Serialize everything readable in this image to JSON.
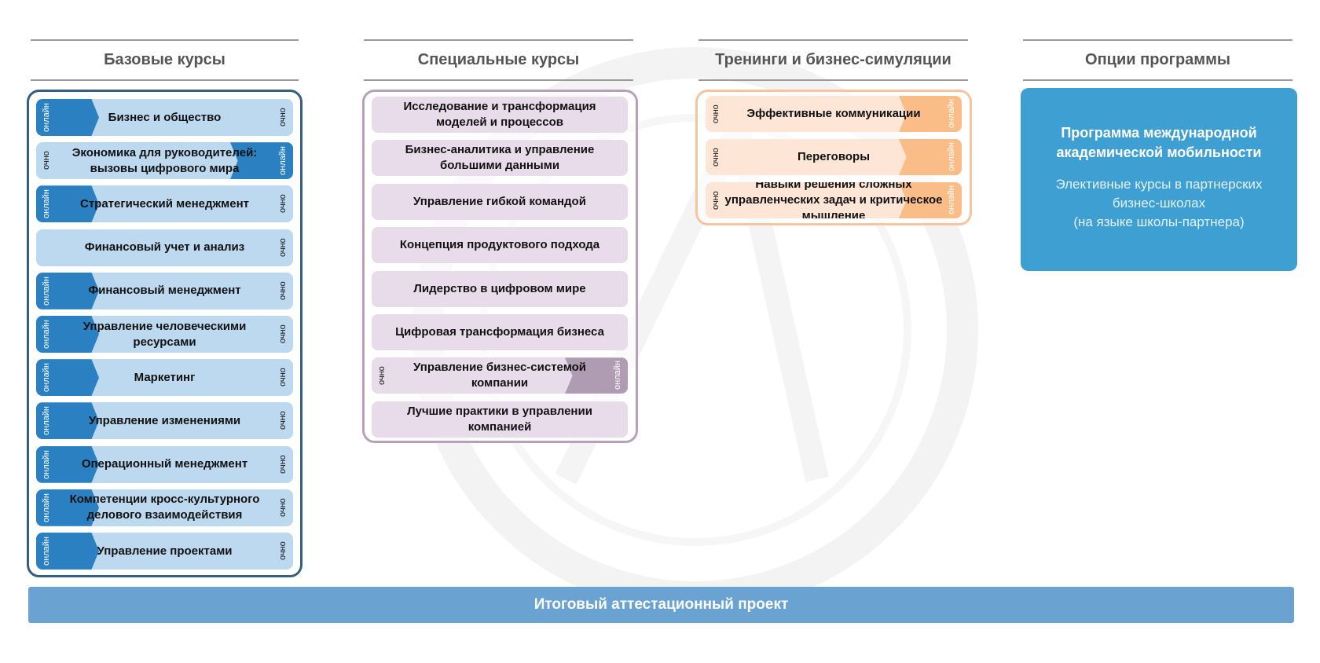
{
  "columns": {
    "basic": {
      "title": "Базовые курсы"
    },
    "special": {
      "title": "Специальные курсы"
    },
    "trainings": {
      "title": "Тренинги и бизнес-симуляции"
    },
    "options": {
      "title": "Опции программы"
    }
  },
  "labels": {
    "online": "онлайн",
    "offline": "очно"
  },
  "colors": {
    "basic_light": "#bdd9f0",
    "basic_dark": "#2b80c1",
    "basic_border": "#345f80",
    "special_light": "#e8dcea",
    "special_dark": "#b09cb2",
    "special_border": "#b7a0ba",
    "training_light": "#fde6d6",
    "training_dark": "#fbbd88",
    "training_border": "#f7c4a2",
    "options_bg": "#3e9fd3",
    "final_bg": "#6aa3d2"
  },
  "basic_courses": [
    {
      "name": "Бизнес и общество",
      "format": "online-left"
    },
    {
      "name": "Экономика для руководителей: вызовы цифрового мира",
      "format": "online-right"
    },
    {
      "name": "Стратегический менеджмент",
      "format": "online-left"
    },
    {
      "name": "Финансовый учет и анализ",
      "format": "offline"
    },
    {
      "name": "Финансовый менеджмент",
      "format": "online-left"
    },
    {
      "name": "Управление человеческими ресурсами",
      "format": "online-left"
    },
    {
      "name": "Маркетинг",
      "format": "online-left"
    },
    {
      "name": "Управление изменениями",
      "format": "online-left"
    },
    {
      "name": "Операционный менеджмент",
      "format": "online-left"
    },
    {
      "name": "Компетенции кросс-культурного делового взаимодействия",
      "format": "online-left"
    },
    {
      "name": "Управление проектами",
      "format": "online-left"
    }
  ],
  "special_courses": [
    {
      "name": "Исследование и трансформация моделей и процессов",
      "format": "none"
    },
    {
      "name": "Бизнес-аналитика и управление большими данными",
      "format": "none"
    },
    {
      "name": "Управление гибкой командой",
      "format": "none"
    },
    {
      "name": "Концепция продуктового подхода",
      "format": "none"
    },
    {
      "name": "Лидерство в цифровом мире",
      "format": "none"
    },
    {
      "name": "Цифровая трансформация бизнеса",
      "format": "none"
    },
    {
      "name": "Управление бизнес-системой компании",
      "format": "online-right"
    },
    {
      "name": "Лучшие практики в управлении компанией",
      "format": "none"
    }
  ],
  "trainings": [
    {
      "name": "Эффективные коммуникации",
      "format": "online-right"
    },
    {
      "name": "Переговоры",
      "format": "online-right"
    },
    {
      "name": "Навыки решения сложных управленческих задач и критическое мышление",
      "format": "online-right"
    }
  ],
  "options": {
    "title": "Программа международной академической мобильности",
    "subtitle_line1": "Элективные курсы в партнерских",
    "subtitle_line2": "бизнес-школах",
    "subtitle_line3": "(на языке школы-партнера)"
  },
  "final_project": "Итоговый аттестационный проект"
}
